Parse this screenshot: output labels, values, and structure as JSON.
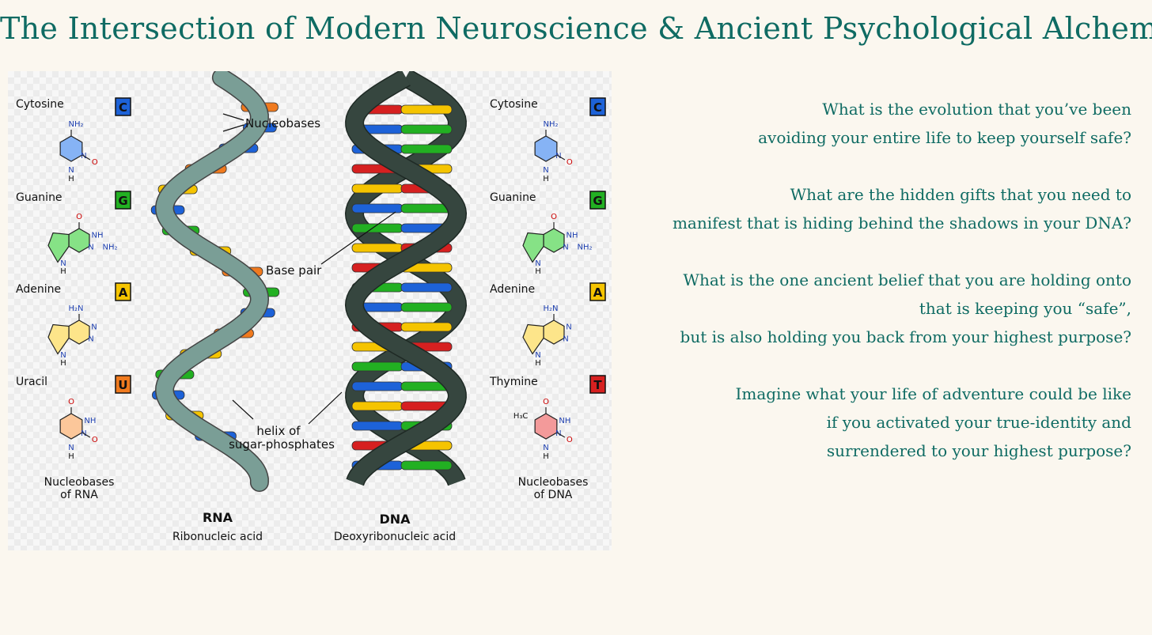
{
  "page": {
    "title": "The Intersection of Modern Neuroscience & Ancient Psychological Alchemy"
  },
  "colors": {
    "title_text": "#0f6b63",
    "cytosine": "#1d62d8",
    "guanine": "#22b022",
    "adenine": "#f5c400",
    "uracil": "#f07a1e",
    "thymine": "#d62020",
    "rna_strand": "#7a9e96",
    "dna_strand": "#36463f"
  },
  "figure": {
    "rna_side": {
      "bases": [
        {
          "name": "Cytosine",
          "letter": "C",
          "color_key": "cytosine",
          "icon": "cytosine-molecule-icon"
        },
        {
          "name": "Guanine",
          "letter": "G",
          "color_key": "guanine",
          "icon": "guanine-molecule-icon"
        },
        {
          "name": "Adenine",
          "letter": "A",
          "color_key": "adenine",
          "icon": "adenine-molecule-icon"
        },
        {
          "name": "Uracil",
          "letter": "U",
          "color_key": "uracil",
          "icon": "uracil-molecule-icon"
        }
      ],
      "footer_line1": "Nucleobases",
      "footer_line2": "of RNA"
    },
    "dna_side": {
      "bases": [
        {
          "name": "Cytosine",
          "letter": "C",
          "color_key": "cytosine",
          "icon": "cytosine-molecule-icon"
        },
        {
          "name": "Guanine",
          "letter": "G",
          "color_key": "guanine",
          "icon": "guanine-molecule-icon"
        },
        {
          "name": "Adenine",
          "letter": "A",
          "color_key": "adenine",
          "icon": "adenine-molecule-icon"
        },
        {
          "name": "Thymine",
          "letter": "T",
          "color_key": "thymine",
          "icon": "thymine-molecule-icon"
        }
      ],
      "footer_line1": "Nucleobases",
      "footer_line2": "of DNA"
    },
    "annotations": {
      "nucleobases": "Nucleobases",
      "base_pair": "Base pair",
      "helix_line1": "helix of",
      "helix_line2": "sugar-phosphates"
    },
    "molecule_labels": {
      "nh2": "NH₂",
      "h2n": "H₂N",
      "nh": "NH",
      "n": "N",
      "h": "H",
      "o": "O",
      "h3c": "H₃C"
    },
    "rna": {
      "abbr": "RNA",
      "full": "Ribonucleic acid"
    },
    "dna": {
      "abbr": "DNA",
      "full": "Deoxyribonucleic acid"
    }
  },
  "questions": [
    {
      "lines": [
        "What is the evolution that you’ve been",
        "avoiding your entire life to keep yourself safe?"
      ]
    },
    {
      "lines": [
        "What are the hidden gifts that you need to",
        "manifest that is hiding behind the shadows in your DNA?"
      ]
    },
    {
      "lines": [
        "What is the one ancient belief that you are holding onto",
        "that is keeping you “safe”,",
        "but is also holding you back from your highest purpose?"
      ]
    },
    {
      "lines": [
        "Imagine what your life of adventure could be like",
        "if you activated your true-identity and",
        "surrendered to your highest purpose?"
      ]
    }
  ]
}
